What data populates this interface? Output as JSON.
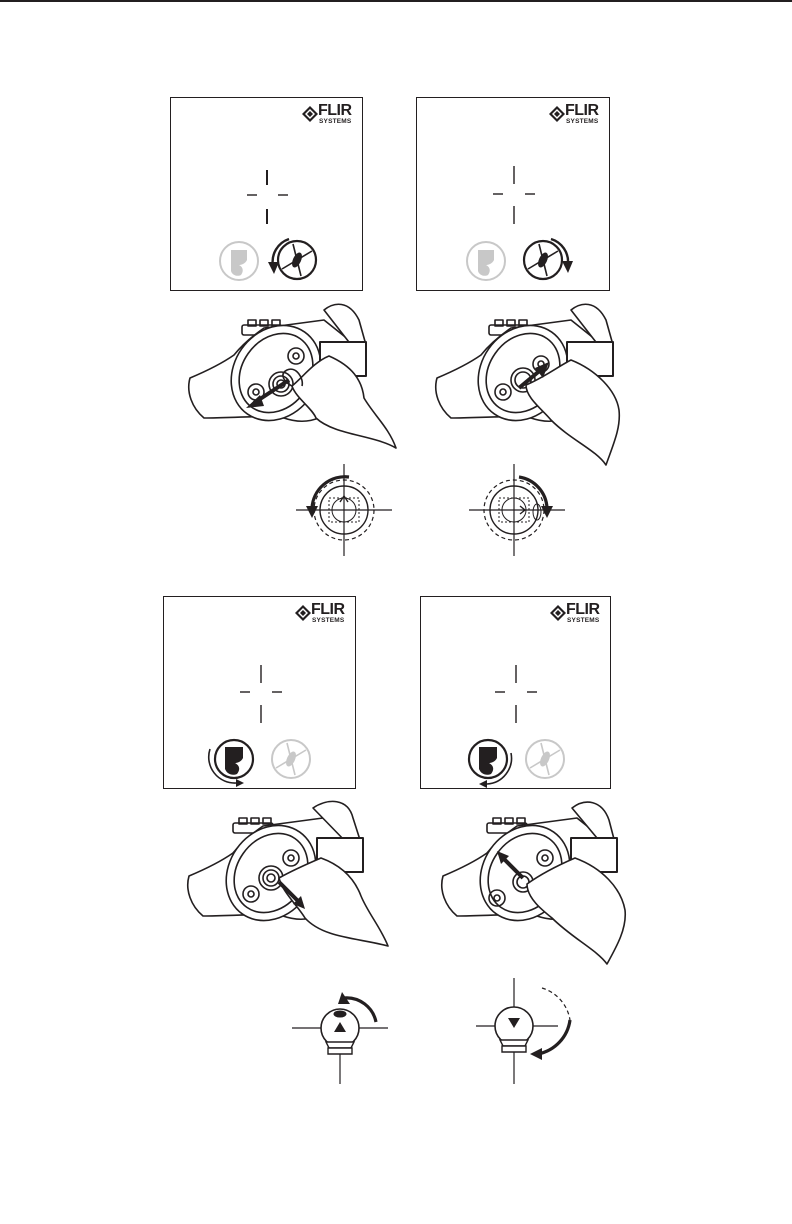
{
  "logo": {
    "brand": "FLIR",
    "sub": "SYSTEMS"
  },
  "panels": [
    {
      "id": "top-left",
      "active_icon": "lens-ring-icon",
      "inactive_icon": "fingers-icon",
      "arrow": "counterclockwise"
    },
    {
      "id": "top-right",
      "active_icon": "lens-ring-icon",
      "inactive_icon": "fingers-icon",
      "arrow": "clockwise"
    },
    {
      "id": "bottom-left",
      "active_icon": "fingers-icon",
      "inactive_icon": "lens-ring-icon",
      "arrow": "clockwise"
    },
    {
      "id": "bottom-right",
      "active_icon": "fingers-icon",
      "inactive_icon": "lens-ring-icon",
      "arrow": "counterclockwise"
    }
  ],
  "colors": {
    "ink": "#231f20",
    "inactive": "#c8c8c8",
    "paper": "#ffffff"
  }
}
